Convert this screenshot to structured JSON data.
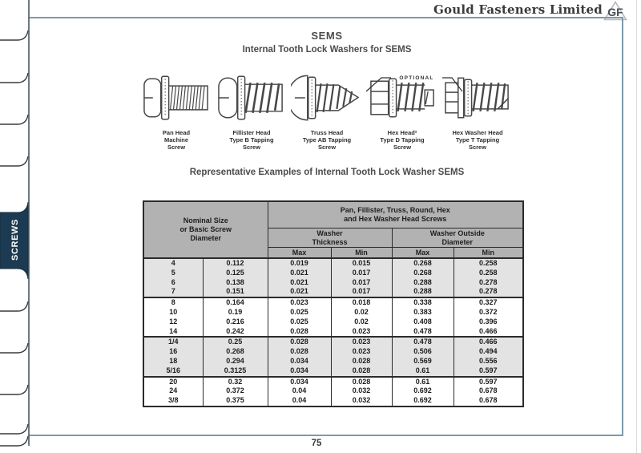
{
  "page": {
    "company": "Gould Fasteners Limited",
    "logo_text": "GF",
    "page_number": "75"
  },
  "sidebar": {
    "active_tab": "SCREWS"
  },
  "titles": {
    "heading": "SEMS",
    "subheading": "Internal Tooth Lock Washers for SEMS",
    "examples_caption": "Representative Examples of Internal Tooth Lock Washer SEMS"
  },
  "diagram": {
    "optional_label": "OPTIONAL",
    "screws": [
      {
        "label": "Pan Head\nMachine\nScrew"
      },
      {
        "label": "Fillister Head\nType B Tapping\nScrew"
      },
      {
        "label": "Truss Head\nType AB Tapping\nScrew"
      },
      {
        "label": "Hex Head²\nType D Tapping\nScrew"
      },
      {
        "label": "Hex Washer Head\nType T Tapping\nScrew"
      }
    ]
  },
  "table": {
    "nominal_header": "Nominal Size\nor Basic Screw\nDiameter",
    "screws_header": "Pan, Fillister, Truss, Round, Hex\nand Hex Washer Head Screws",
    "thickness_header": "Washer\nThickness",
    "od_header": "Washer Outside\nDiameter",
    "minmax": [
      "Max",
      "Min",
      "Max",
      "Min"
    ],
    "groups": [
      {
        "shaded": true,
        "rows": [
          [
            "4",
            "0.112",
            "0.019",
            "0.015",
            "0.268",
            "0.258"
          ],
          [
            "5",
            "0.125",
            "0.021",
            "0.017",
            "0.268",
            "0.258"
          ],
          [
            "6",
            "0.138",
            "0.021",
            "0.017",
            "0.288",
            "0.278"
          ],
          [
            "7",
            "0.151",
            "0.021",
            "0.017",
            "0.288",
            "0.278"
          ]
        ]
      },
      {
        "shaded": false,
        "rows": [
          [
            "8",
            "0.164",
            "0.023",
            "0.018",
            "0.338",
            "0.327"
          ],
          [
            "10",
            "0.19",
            "0.025",
            "0.02",
            "0.383",
            "0.372"
          ],
          [
            "12",
            "0.216",
            "0.025",
            "0.02",
            "0.408",
            "0.396"
          ],
          [
            "14",
            "0.242",
            "0.028",
            "0.023",
            "0.478",
            "0.466"
          ]
        ]
      },
      {
        "shaded": true,
        "rows": [
          [
            "1/4",
            "0.25",
            "0.028",
            "0.023",
            "0.478",
            "0.466"
          ],
          [
            "16",
            "0.268",
            "0.028",
            "0.023",
            "0.506",
            "0.494"
          ],
          [
            "18",
            "0.294",
            "0.034",
            "0.028",
            "0.569",
            "0.556"
          ],
          [
            "5/16",
            "0.3125",
            "0.034",
            "0.028",
            "0.61",
            "0.597"
          ]
        ]
      },
      {
        "shaded": false,
        "rows": [
          [
            "20",
            "0.32",
            "0.034",
            "0.028",
            "0.61",
            "0.597"
          ],
          [
            "24",
            "0.372",
            "0.04",
            "0.032",
            "0.692",
            "0.678"
          ],
          [
            "3/8",
            "0.375",
            "0.04",
            "0.032",
            "0.692",
            "0.678"
          ]
        ]
      }
    ]
  }
}
